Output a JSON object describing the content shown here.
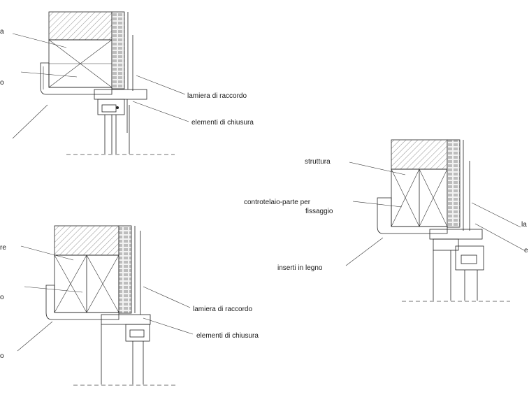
{
  "detail_left_top": {
    "labels": {
      "a": "a",
      "b": "o",
      "lamiera": "lamiera di raccordo",
      "elementi": "elementi di chiusura"
    }
  },
  "detail_left_bottom": {
    "labels": {
      "a": "re",
      "b": "o",
      "c": "o",
      "lamiera": "lamiera di raccordo",
      "elementi": "elementi di chiusura"
    }
  },
  "detail_right": {
    "labels": {
      "struttura": "struttura",
      "controtelaio_1": "controtelaio-parte per",
      "controtelaio_2": "fissaggio",
      "inserti": "inserti in legno",
      "cut_1": "la",
      "cut_2": "e"
    }
  }
}
